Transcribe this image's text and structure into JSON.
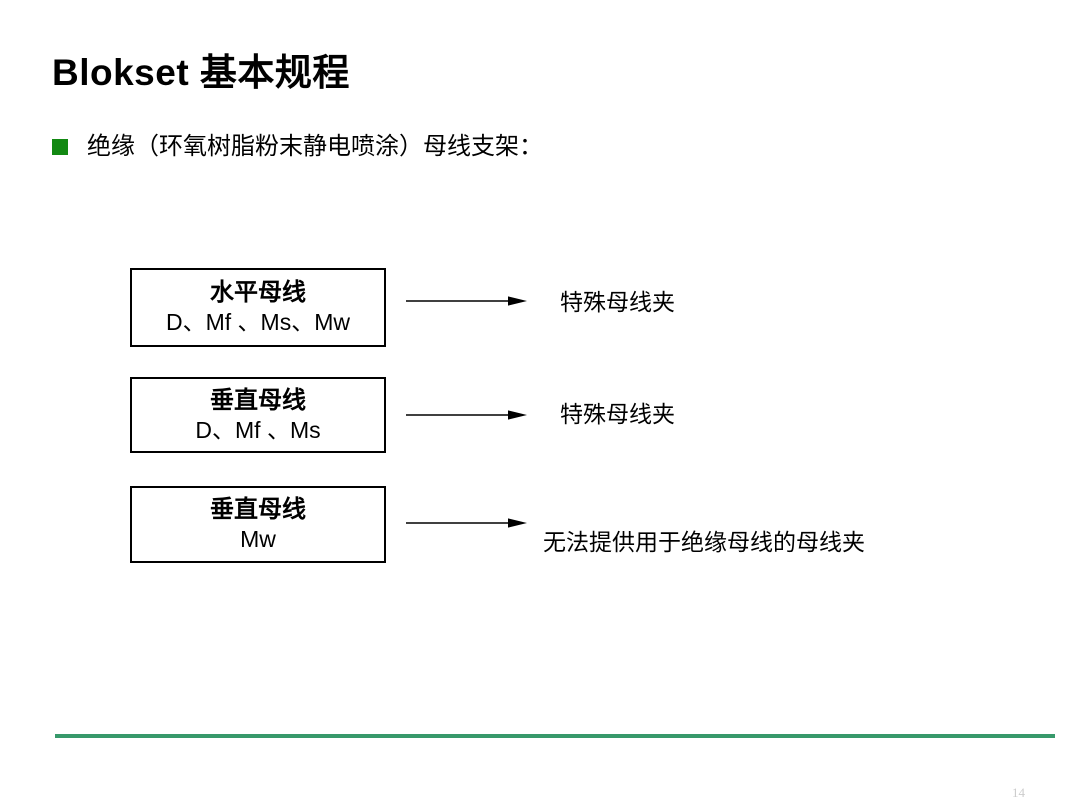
{
  "slide": {
    "title": "Blokset 基本规程",
    "bullet": {
      "text": "绝缘（环氧树脂粉末静电喷涂）母线支架："
    },
    "diagram": {
      "rows": [
        {
          "box_line1": "水平母线",
          "box_line2": "D、Mf 、Ms、Mw",
          "result": "特殊母线夹"
        },
        {
          "box_line1": "垂直母线",
          "box_line2": "D、Mf 、Ms",
          "result": "特殊母线夹"
        },
        {
          "box_line1": "垂直母线",
          "box_line2": "Mw",
          "result": "无法提供用于绝缘母线的母线夹"
        }
      ]
    },
    "footer": {
      "page_number": "14"
    },
    "colors": {
      "bullet_green": "#128912",
      "divider_green": "#37996B",
      "text": "#000000"
    }
  }
}
